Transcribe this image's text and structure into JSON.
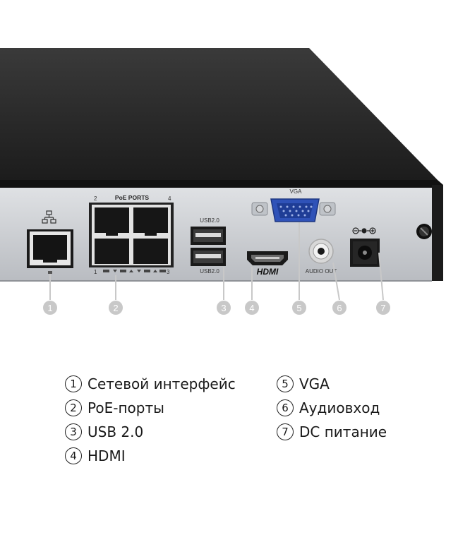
{
  "ports": {
    "poe_title": "PoE  PORTS",
    "poe_num_2": "2",
    "poe_num_4": "4",
    "poe_num_1": "1",
    "poe_num_3": "3",
    "usb_top": "USB2.0",
    "usb_bottom": "USB2.0",
    "vga": "VGA",
    "hdmi_logo": "HDMI",
    "audio": "AUDIO OUT"
  },
  "callouts": [
    "1",
    "2",
    "3",
    "4",
    "5",
    "6",
    "7"
  ],
  "legend_left": [
    {
      "num": "1",
      "text": "Сетевой интерфейс"
    },
    {
      "num": "2",
      "text": "PoE-порты"
    },
    {
      "num": "3",
      "text": "USB 2.0"
    },
    {
      "num": "4",
      "text": "HDMI"
    }
  ],
  "legend_right": [
    {
      "num": "5",
      "text": "VGA"
    },
    {
      "num": "6",
      "text": "Аудиовход"
    },
    {
      "num": "7",
      "text": "DC питание"
    }
  ],
  "colors": {
    "chassis_top": "#2b2b2b",
    "panel": "#cfd2d6",
    "vga_blue": "#2f52b8",
    "callout_gray": "#c8c8c8"
  }
}
